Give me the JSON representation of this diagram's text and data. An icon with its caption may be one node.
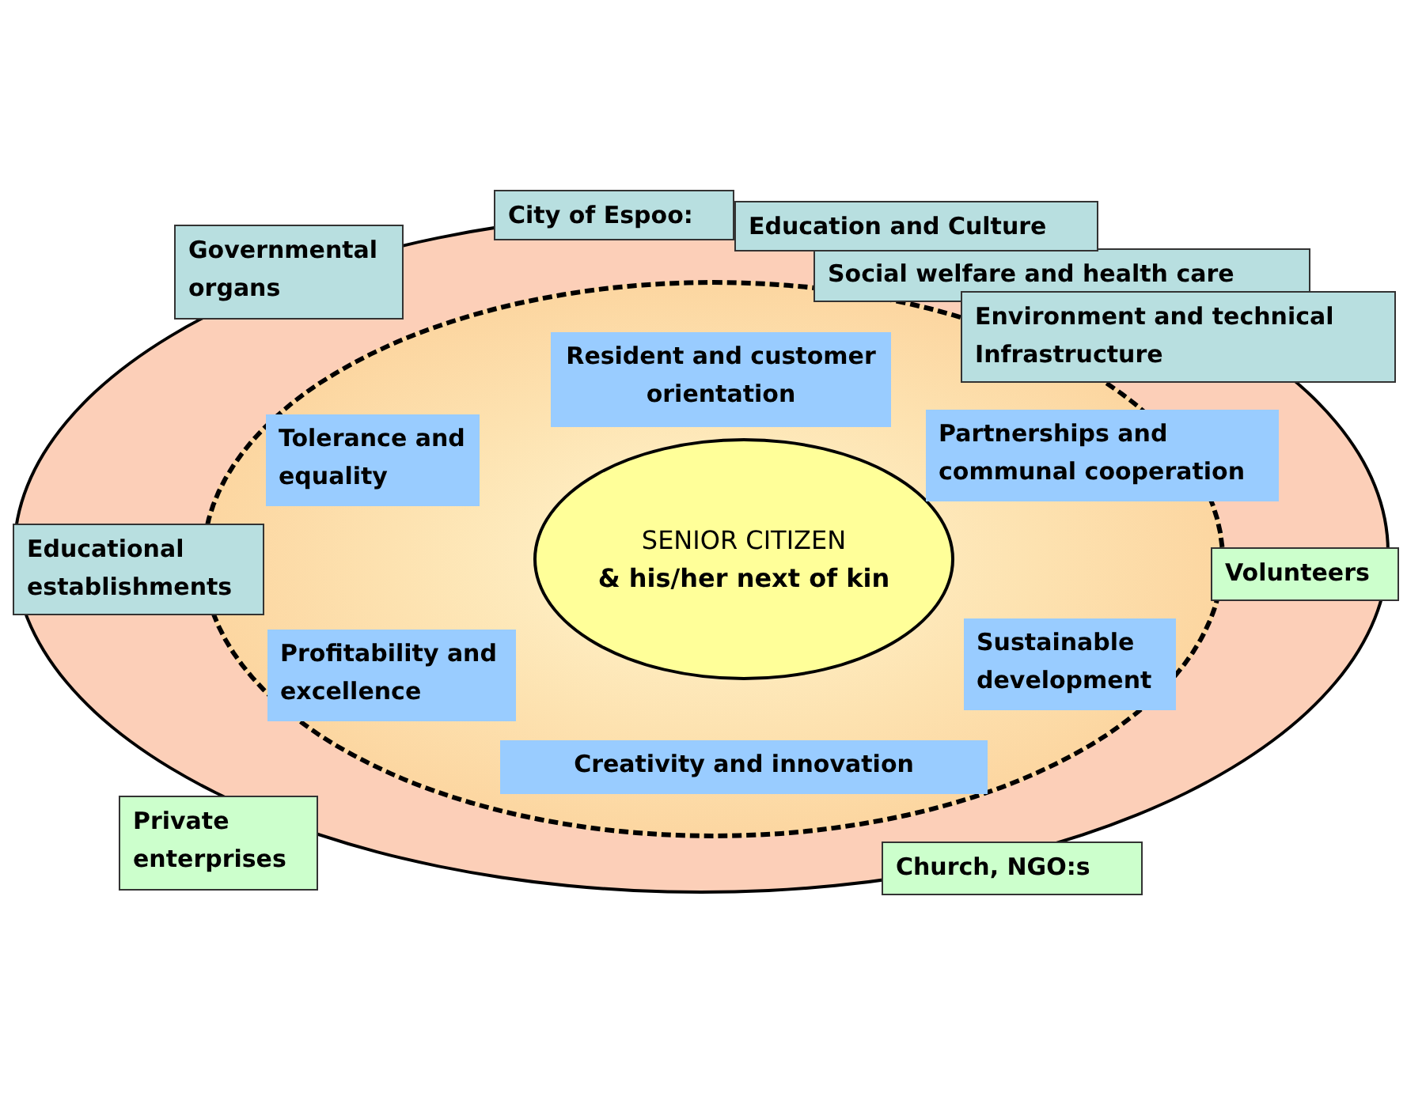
{
  "diagram": {
    "nodes": [
      {
        "text": [],
        "shape": "ellipse"
      },
      {
        "text": [],
        "shape": "ellipse",
        "in": 0
      },
      {
        "text": [
          "SENIOR CITIZEN",
          "& his/her next of kin"
        ],
        "in": 1
      },
      {
        "text": [
          "Governmental organs"
        ],
        "in": 0
      },
      {
        "text": [
          "City of Espoo:"
        ]
      },
      {
        "text": [
          "Education and Culture"
        ]
      },
      {
        "text": [
          "Social welfare and health care"
        ],
        "in": 0
      },
      {
        "text": [
          "Environment and technical Infrastructure"
        ],
        "in": 0
      },
      {
        "text": [
          "Resident and customer orientation"
        ],
        "in": 1
      },
      {
        "text": [
          "Tolerance and equality"
        ],
        "in": 1
      },
      {
        "text": [
          "Partnerships and communal cooperation"
        ],
        "in": 0
      },
      {
        "text": [
          "Educational establishments"
        ],
        "in": 0
      },
      {
        "text": [
          "Volunteers"
        ],
        "in": 0
      },
      {
        "text": [
          "Profitability and excellence"
        ],
        "in": 1
      },
      {
        "text": [
          "Sustainable development"
        ],
        "in": 1
      },
      {
        "text": [
          "Creativity and innovation"
        ],
        "in": 1
      },
      {
        "text": [
          "Private enterprises"
        ],
        "in": 0
      },
      {
        "text": [
          "Church, NGO:s"
        ],
        "in": 0
      }
    ],
    "edges": []
  }
}
